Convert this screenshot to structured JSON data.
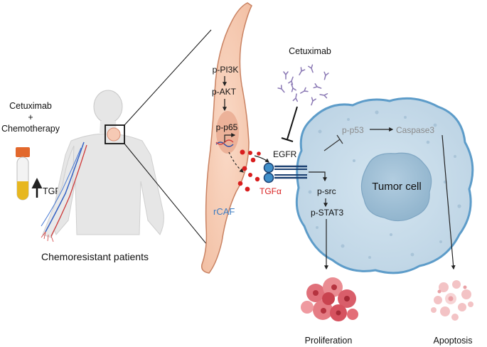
{
  "left_panel": {
    "treatment_line1": "Cetuximab",
    "treatment_plus": "+",
    "treatment_line2": "Chemotherapy",
    "blood_marker": "TGFα",
    "patients_caption": "Chemoresistant patients"
  },
  "fibroblast": {
    "pathway": [
      "p-PI3K",
      "p-AKT",
      "p-p65"
    ],
    "cell_label": "rCAF",
    "secreted": "TGFα"
  },
  "drug": {
    "name": "Cetuximab"
  },
  "tumor": {
    "receptor": "EGFR",
    "nucleus_label": "Tumor cell",
    "suppressed": [
      "p-p53",
      "Caspase3"
    ],
    "activated": [
      "p-src",
      "p-STAT3"
    ]
  },
  "outcomes": {
    "proliferation": "Proliferation",
    "apoptosis": "Apoptosis"
  },
  "colors": {
    "fibroblast_fill": "#f6cdb6",
    "fibroblast_edge": "#c98262",
    "tumor_fill": "#c6dbe9",
    "tumor_edge": "#5d9cc9",
    "nucleus_fill": "#9dbdd3",
    "tgfa_red": "#d81e1e",
    "rcaf_blue": "#3d7cc2",
    "antibody_purple": "#8a78b4",
    "suppressed_gray": "#8a8a8a"
  }
}
